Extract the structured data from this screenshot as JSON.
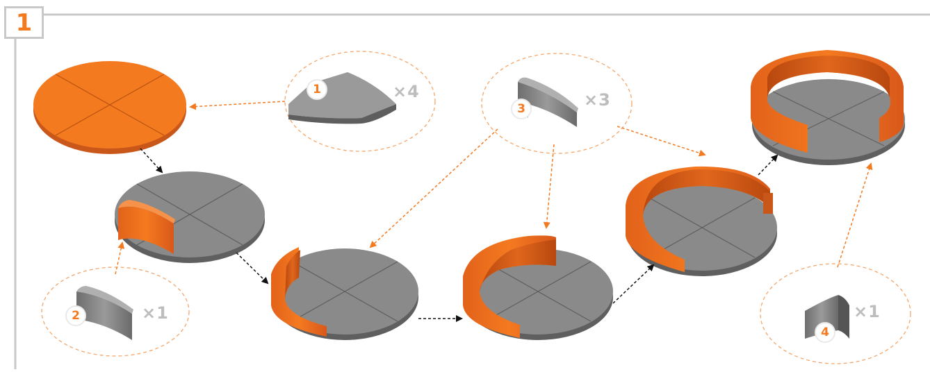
{
  "step": {
    "number": "1"
  },
  "parts": [
    {
      "id": "1",
      "quantity": "×4"
    },
    {
      "id": "2",
      "quantity": "×1"
    },
    {
      "id": "3",
      "quantity": "×3"
    },
    {
      "id": "4",
      "quantity": "×1"
    }
  ],
  "colors": {
    "accent": "#f47a20",
    "frame": "#c8c8c8",
    "plate": "#8a8a8a",
    "callout": "#f4a66a"
  }
}
